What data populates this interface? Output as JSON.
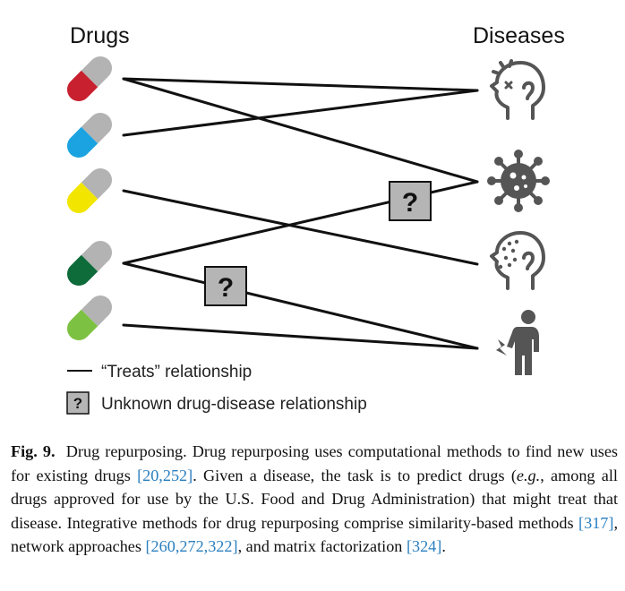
{
  "diagram": {
    "drugs_header": "Drugs",
    "diseases_header": "Diseases",
    "drugs": [
      {
        "name": "red-capsule",
        "color": "#c8202e"
      },
      {
        "name": "blue-capsule",
        "color": "#1aa3e0"
      },
      {
        "name": "yellow-capsule",
        "color": "#f2e600"
      },
      {
        "name": "dark-green-capsule",
        "color": "#0e6b3a"
      },
      {
        "name": "light-green-capsule",
        "color": "#7dc142"
      }
    ],
    "capsule_gray": "#b3b3b3",
    "icon_color": "#555555",
    "diseases": [
      {
        "icon": "head-pain-icon"
      },
      {
        "icon": "virus-icon"
      },
      {
        "icon": "head-rash-icon"
      },
      {
        "icon": "injured-person-icon"
      }
    ],
    "unknown_marker": "?",
    "unknown_box_color": "#b5b5b5",
    "legend": {
      "treats_label": "“Treats” relationship",
      "unknown_label": "Unknown drug-disease relationship"
    }
  },
  "caption": {
    "label": "Fig. 9.",
    "parts": [
      {
        "text": "Drug repurposing. Drug repurposing uses computational methods to find new uses for existing drugs ",
        "cite": false
      },
      {
        "text": "[20,252]",
        "cite": true
      },
      {
        "text": ". Given a disease, the task is to predict drugs (",
        "cite": false
      },
      {
        "text": "e.g.",
        "cite": false,
        "italic": true
      },
      {
        "text": ", among all drugs approved for use by the U.S. Food and Drug Administration) that might treat that disease. Integrative methods for drug repurposing comprise similarity-based methods ",
        "cite": false
      },
      {
        "text": "[317]",
        "cite": true
      },
      {
        "text": ", network approaches ",
        "cite": false
      },
      {
        "text": "[260,272,322]",
        "cite": true
      },
      {
        "text": ", and matrix factorization ",
        "cite": false
      },
      {
        "text": "[324]",
        "cite": true
      },
      {
        "text": ".",
        "cite": false
      }
    ]
  }
}
